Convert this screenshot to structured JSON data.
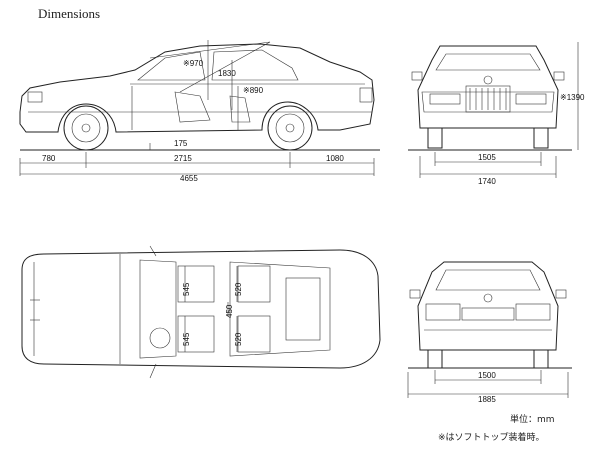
{
  "title": "Dimensions",
  "side_view": {
    "roof_note_left": "※970",
    "roof_note_mid": "1830",
    "roof_note_right": "※890",
    "ground_clearance": "175",
    "front_overhang": "780",
    "wheelbase": "2715",
    "rear_overhang": "1080",
    "overall_length": "4655"
  },
  "front_view": {
    "height": "※1390",
    "front_track": "1505",
    "overall_width": "1740"
  },
  "top_view": {
    "seat_width_front_upper": "545",
    "seat_width_front_lower": "545",
    "seat_width_rear_upper": "520",
    "seat_width_rear_lower": "520",
    "center_gap": "450"
  },
  "rear_view": {
    "rear_track": "1500",
    "mirror_width": "1885"
  },
  "footer": {
    "unit": "単位：mm",
    "note": "※はソフトトップ装着時。"
  }
}
